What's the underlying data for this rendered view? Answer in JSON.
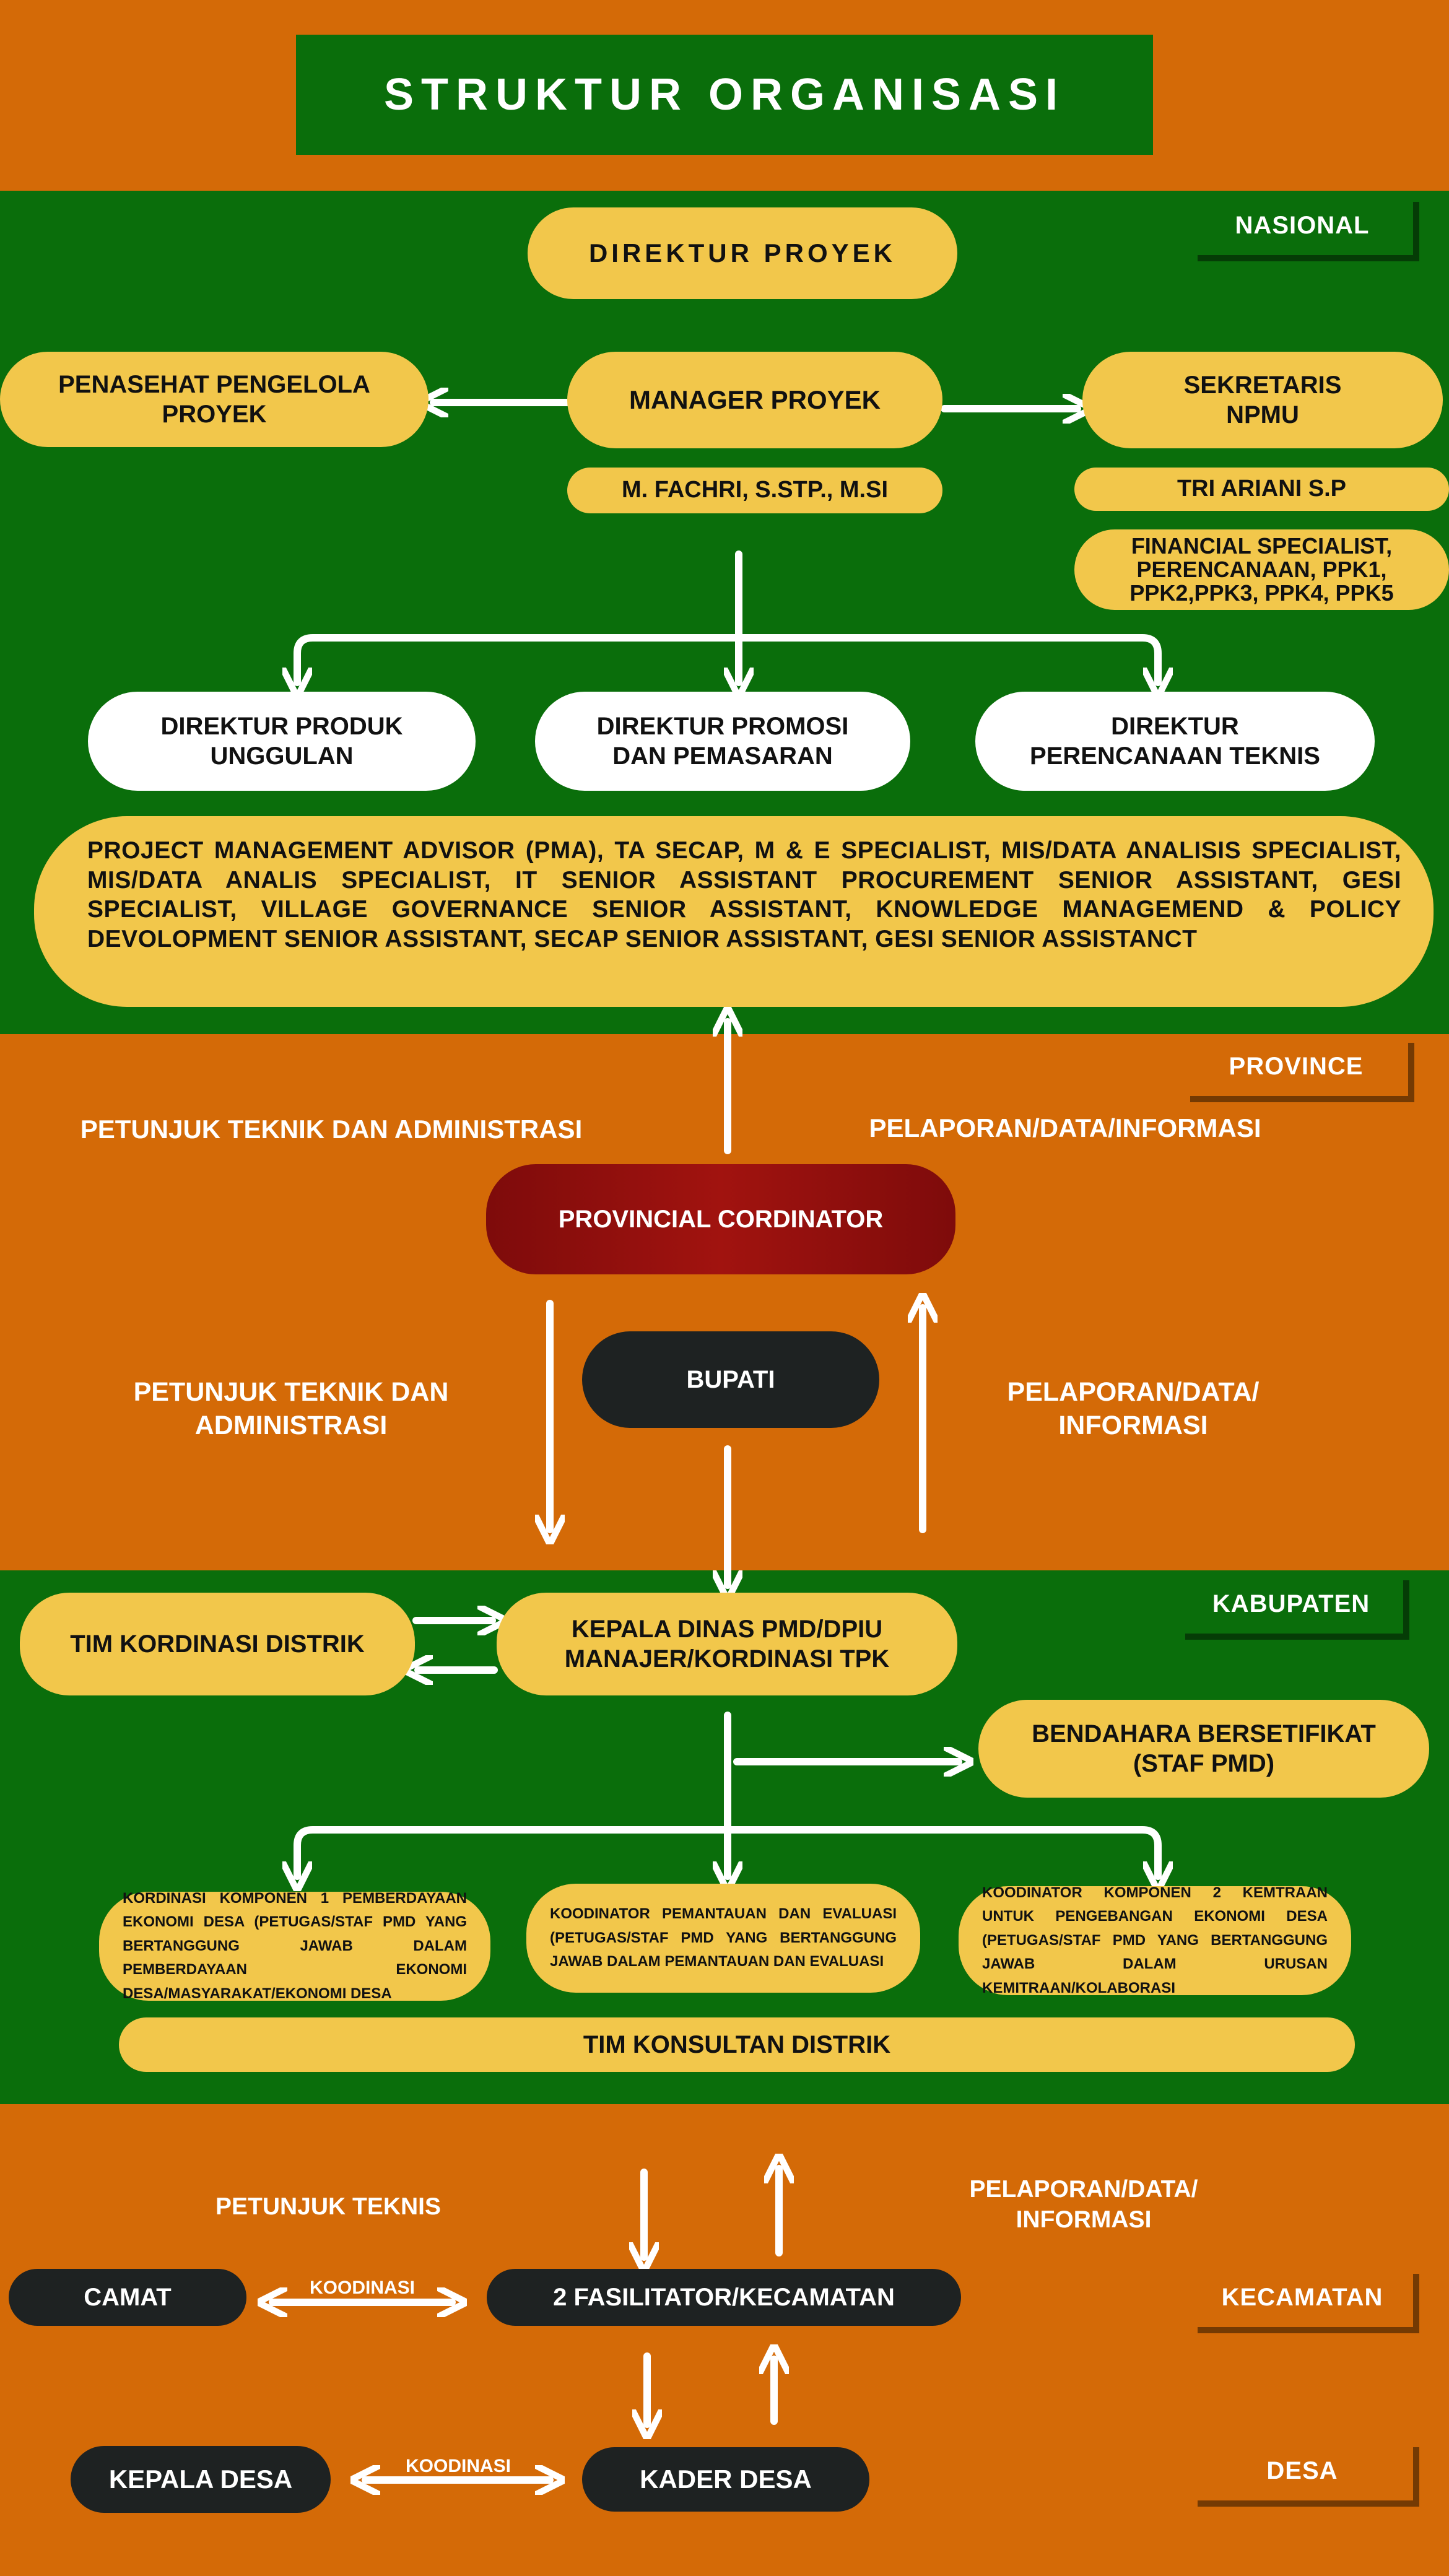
{
  "title": "STRUKTUR ORGANISASI",
  "colors": {
    "orange": "#D46A07",
    "green": "#0A6E0B",
    "yellow": "#F2C74B",
    "dark": "#1E2222",
    "red": "#9E120E",
    "white": "#FFFFFF"
  },
  "nasional": {
    "tag": "NASIONAL",
    "direktur_proyek": "DIREKTUR PROYEK",
    "penasehat": "PENASEHAT PENGELOLA PROYEK",
    "manager": "MANAGER PROYEK",
    "manager_name": "M. FACHRI, S.STP., M.SI",
    "sekretaris": "SEKRETARIS NPMU",
    "sekretaris_name": "TRI ARIANI S.P",
    "financial": "FINANCIAL SPECIALIST, PERENCANAAN, PPK1, PPK2,PPK3, PPK4, PPK5",
    "direktur_produk": "DIREKTUR PRODUK UNGGULAN",
    "direktur_promosi": "DIREKTUR PROMOSI DAN PEMASARAN",
    "direktur_perencanaan": "DIREKTUR PERENCANAAN TEKNIS",
    "specialists": "PROJECT MANAGEMENT ADVISOR (PMA), TA SECAP, M & E SPECIALIST, MIS/DATA ANALISIS SPECIALIST, MIS/DATA ANALIS SPECIALIST, IT SENIOR ASSISTANT PROCUREMENT SENIOR ASSISTANT, GESI SPECIALIST, VILLAGE GOVERNANCE SENIOR ASSISTANT, KNOWLEDGE MANAGEMEND & POLICY DEVOLOPMENT SENIOR ASSISTANT, SECAP SENIOR ASSISTANT, GESI SENIOR ASSISTANCT"
  },
  "province": {
    "tag": "PROVINCE",
    "petunjuk_top": "PETUNJUK TEKNIK DAN ADMINISTRASI",
    "pelaporan_top": "PELAPORAN/DATA/INFORMASI",
    "coordinator": "PROVINCIAL CORDINATOR",
    "bupati": "BUPATI",
    "petunjuk_bottom": "PETUNJUK TEKNIK DAN ADMINISTRASI",
    "pelaporan_bottom": "PELAPORAN/DATA/ INFORMASI"
  },
  "kabupaten": {
    "tag": "KABUPATEN",
    "tim_kordinasi": "TIM KORDINASI DISTRIK",
    "kepala_dinas": "KEPALA DINAS PMD/DPIU MANAJER/KORDINASI TPK",
    "bendahara": "BENDAHARA BERSETIFIKAT (STAF PMD)",
    "komponen1": "KORDINASI KOMPONEN 1 PEMBERDAYAAN EKONOMI DESA (PETUGAS/STAF PMD YANG BERTANGGUNG JAWAB DALAM PEMBERDAYAAN EKONOMI DESA/MASYARAKAT/EKONOMI DESA",
    "pemantauan": "KOODINATOR PEMANTAUAN DAN EVALUASI (PETUGAS/STAF PMD YANG BERTANGGUNG JAWAB DALAM PEMANTAUAN DAN EVALUASI",
    "komponen2": "KOODINATOR KOMPONEN 2 KEMTRAAN UNTUK PENGEBANGAN EKONOMI DESA (PETUGAS/STAF PMD YANG BERTANGGUNG JAWAB DALAM URUSAN KEMITRAAN/KOLABORASI",
    "konsultan": "TIM KONSULTAN DISTRIK"
  },
  "kecamatan": {
    "tag": "KECAMATAN",
    "petunjuk": "PETUNJUK TEKNIS",
    "pelaporan": "PELAPORAN/DATA/ INFORMASI",
    "camat": "CAMAT",
    "koodinasi": "KOODINASI",
    "fasilitator": "2 FASILITATOR/KECAMATAN"
  },
  "desa": {
    "tag": "DESA",
    "kepala_desa": "KEPALA DESA",
    "koodinasi": "KOODINASI",
    "kader": "KADER DESA"
  }
}
